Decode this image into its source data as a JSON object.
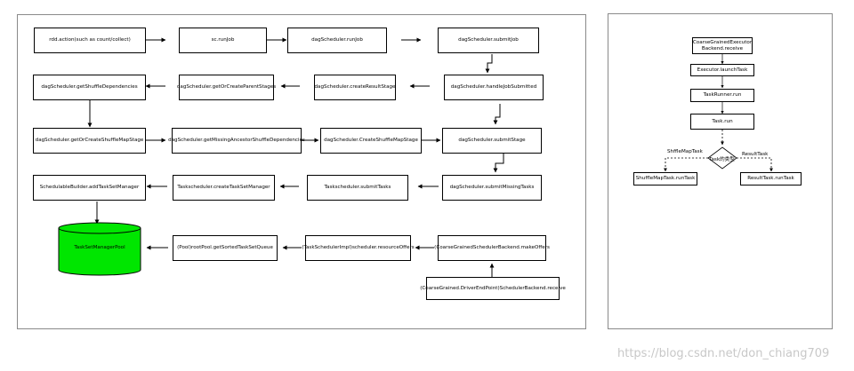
{
  "left_flow": {
    "nodes": {
      "n_rdd_action": "rdd.action(such as count/collect)",
      "n_sc_runjob": "sc.runJob",
      "n_dag_runjob": "dagScheduler.runJob",
      "n_dag_submitjob": "dagScheduler.submitJob",
      "n_get_shuffle_deps": "dagScheduler.getShuffleDependencies",
      "n_get_or_create_parent": "dagScheduler.getOrCreateParentStages",
      "n_create_result_stage": "dagScheduler.createResultStage",
      "n_handle_job_submitted": "dagScheduler.handleJobSubmitted",
      "n_get_or_create_shuffle_map": "dagScheduler.getOrCreateShuffleMapStage",
      "n_get_missing_ancestor": "dagScheduler.getMissingAncestorShuffleDependencies",
      "n_create_shuffle_map": "dagScheduler.CreateShuffleMapStage",
      "n_submit_stage": "dagScheduler.submitStage",
      "n_schedulable_builder": "SchedulableBuilder.addTaskSetManager",
      "n_create_tsm": "Taskscheduler.createTaskSetManager",
      "n_ts_submit_tasks": "Taskscheduler.submitTasks",
      "n_submit_missing_tasks": "dagScheduler.submitMissingTasks",
      "n_pool_sorted": "(Pool)rootPool.getSortedTaskSetQueue",
      "n_resource_offers": "(TaskSchedulerImpl)scheduler.resourceOffers",
      "n_make_offers": "(CoarseGrainedSchedulerBackend.makeOffers",
      "n_driver_endpoint": "(CoarseGrained.DriverEndPoint)SchedulerBackend.receive"
    },
    "cylinder": {
      "label": "TaskSetManagerPool",
      "fill": "#00e600",
      "stroke": "#000000"
    }
  },
  "right_flow": {
    "nodes": {
      "r_backend_receive": "CoarseGrainedExecutor Backend.receive",
      "r_launch_task": "Executor.launchTask",
      "r_task_runner": "TaskRunner.run",
      "r_task_run": "Task.run",
      "r_shuffle_map_task": "ShuffleMapTask.runTask",
      "r_result_task": "ResultTask.runTask"
    },
    "decision": "Task的类型",
    "branch_left": "ShffleMapTask",
    "branch_right": "ResultTask"
  },
  "watermark": "https://blog.csdn.net/don_chiang709"
}
